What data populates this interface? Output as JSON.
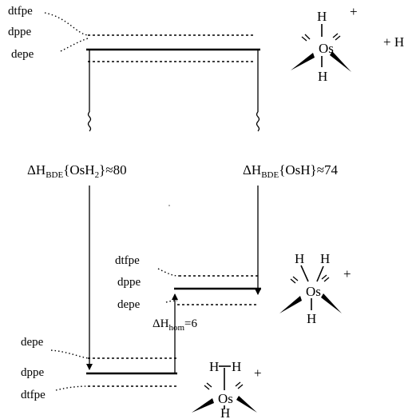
{
  "top_group": {
    "ligands": [
      "dtfpe",
      "dppe",
      "depe"
    ],
    "complex": {
      "atoms": [
        "H",
        "Os",
        "H"
      ],
      "charge": "+"
    },
    "coproduct": "+ H"
  },
  "middle_group": {
    "ligands": [
      "dtfpe",
      "dppe",
      "depe"
    ],
    "complex": {
      "atoms": [
        "H",
        "H",
        "Os",
        "H"
      ],
      "charge": "+"
    },
    "delta_hom": {
      "delta": "ΔH",
      "sub": "hom",
      "value": "=6"
    }
  },
  "bottom_group": {
    "ligands": [
      "depe",
      "dppe",
      "dtfpe"
    ],
    "complex": {
      "atoms": [
        "H",
        "H",
        "Os",
        "H"
      ],
      "charge": "+"
    }
  },
  "bde_left": {
    "delta": "ΔH",
    "sub": "BDE",
    "body": "{OsH",
    "sub2": "2",
    "close": "}",
    "value": "≈80"
  },
  "bde_right": {
    "delta": "ΔH",
    "sub": "BDE",
    "body": "{OsH}",
    "value": "≈74"
  }
}
